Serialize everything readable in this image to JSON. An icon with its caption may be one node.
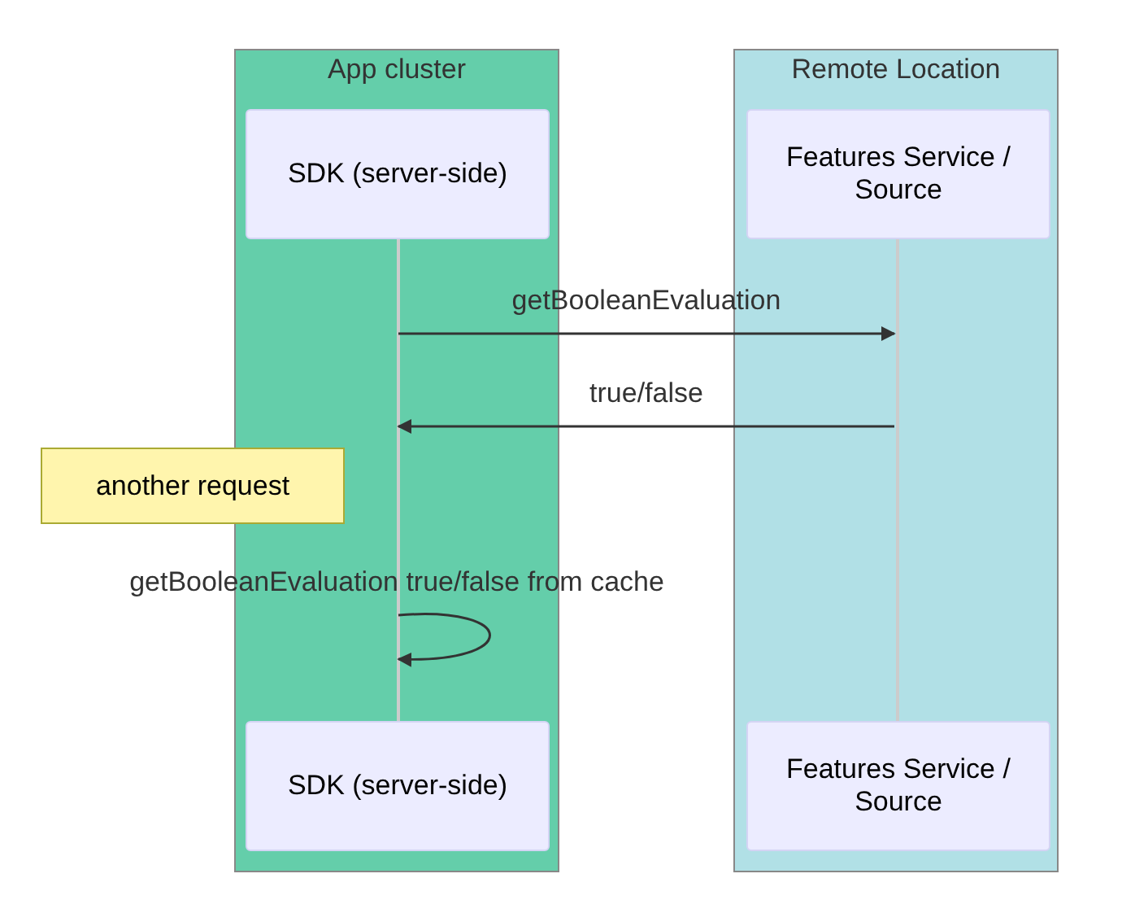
{
  "diagram": {
    "nodes": [
      {
        "text": [
          "App cluster"
        ]
      },
      {
        "text": [
          "SDK (server-side)"
        ],
        "in": 0
      },
      {
        "text": [],
        "shape": "bar",
        "in": 0
      },
      {
        "text": [
          "SDK (server-side)"
        ],
        "in": 0
      },
      {
        "text": [
          "Remote Location"
        ]
      },
      {
        "text": [
          "Features Service / Source"
        ],
        "in": 4
      },
      {
        "text": [],
        "shape": "bar",
        "in": 4
      },
      {
        "text": [
          "Features Service / Source"
        ],
        "in": 4
      },
      {
        "text": [
          "another request"
        ]
      }
    ],
    "edges": [
      {
        "from": 2,
        "to": 6,
        "arrow": "to",
        "label": "getBooleanEvaluation"
      },
      {
        "from": 6,
        "to": 2,
        "arrow": "to",
        "label": "true/false"
      },
      {
        "from": 2,
        "to": 2,
        "arrow": "to",
        "label": "getBooleanEvaluation true/false from cache"
      }
    ]
  }
}
